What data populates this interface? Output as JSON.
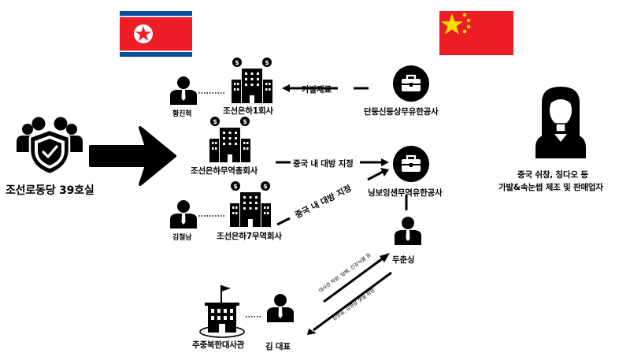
{
  "flags": {
    "north_korea": "north-korea-flag",
    "china": "china-flag"
  },
  "colors": {
    "ink": "#000000",
    "nk_blue": "#024fa2",
    "nk_red": "#ed1c27",
    "cn_red": "#ee1c25",
    "cn_yellow": "#ffde00"
  },
  "nodes": {
    "room39": "조선로동당 39호실",
    "bank1": "조선은하1회사",
    "bank_general": "조선은하무역총회사",
    "bank7": "조선은하7무역회사",
    "hwang": "황진혁",
    "kim_cn": "김철남",
    "dandong": "단둥신둥상무유한공사",
    "ningbo": "닝보잉센무역유한공사",
    "du": "두춘싱",
    "embassy": "주중북한대사관",
    "kim_rep": "김 대표",
    "factory_line1": "중국 쉬창, 칭다오 등",
    "factory_line2": "가발&속눈썹 제조 및 판매업자"
  },
  "edges": {
    "materials": "가발재료",
    "designate1": "중국 내 대방 지정",
    "designate2": "중국 내 대방 지정",
    "embassy_line1": "대사관 차량, 담배, 건강식품 등",
    "embassy_line2": "김정일, 김영남 생일 화환"
  }
}
